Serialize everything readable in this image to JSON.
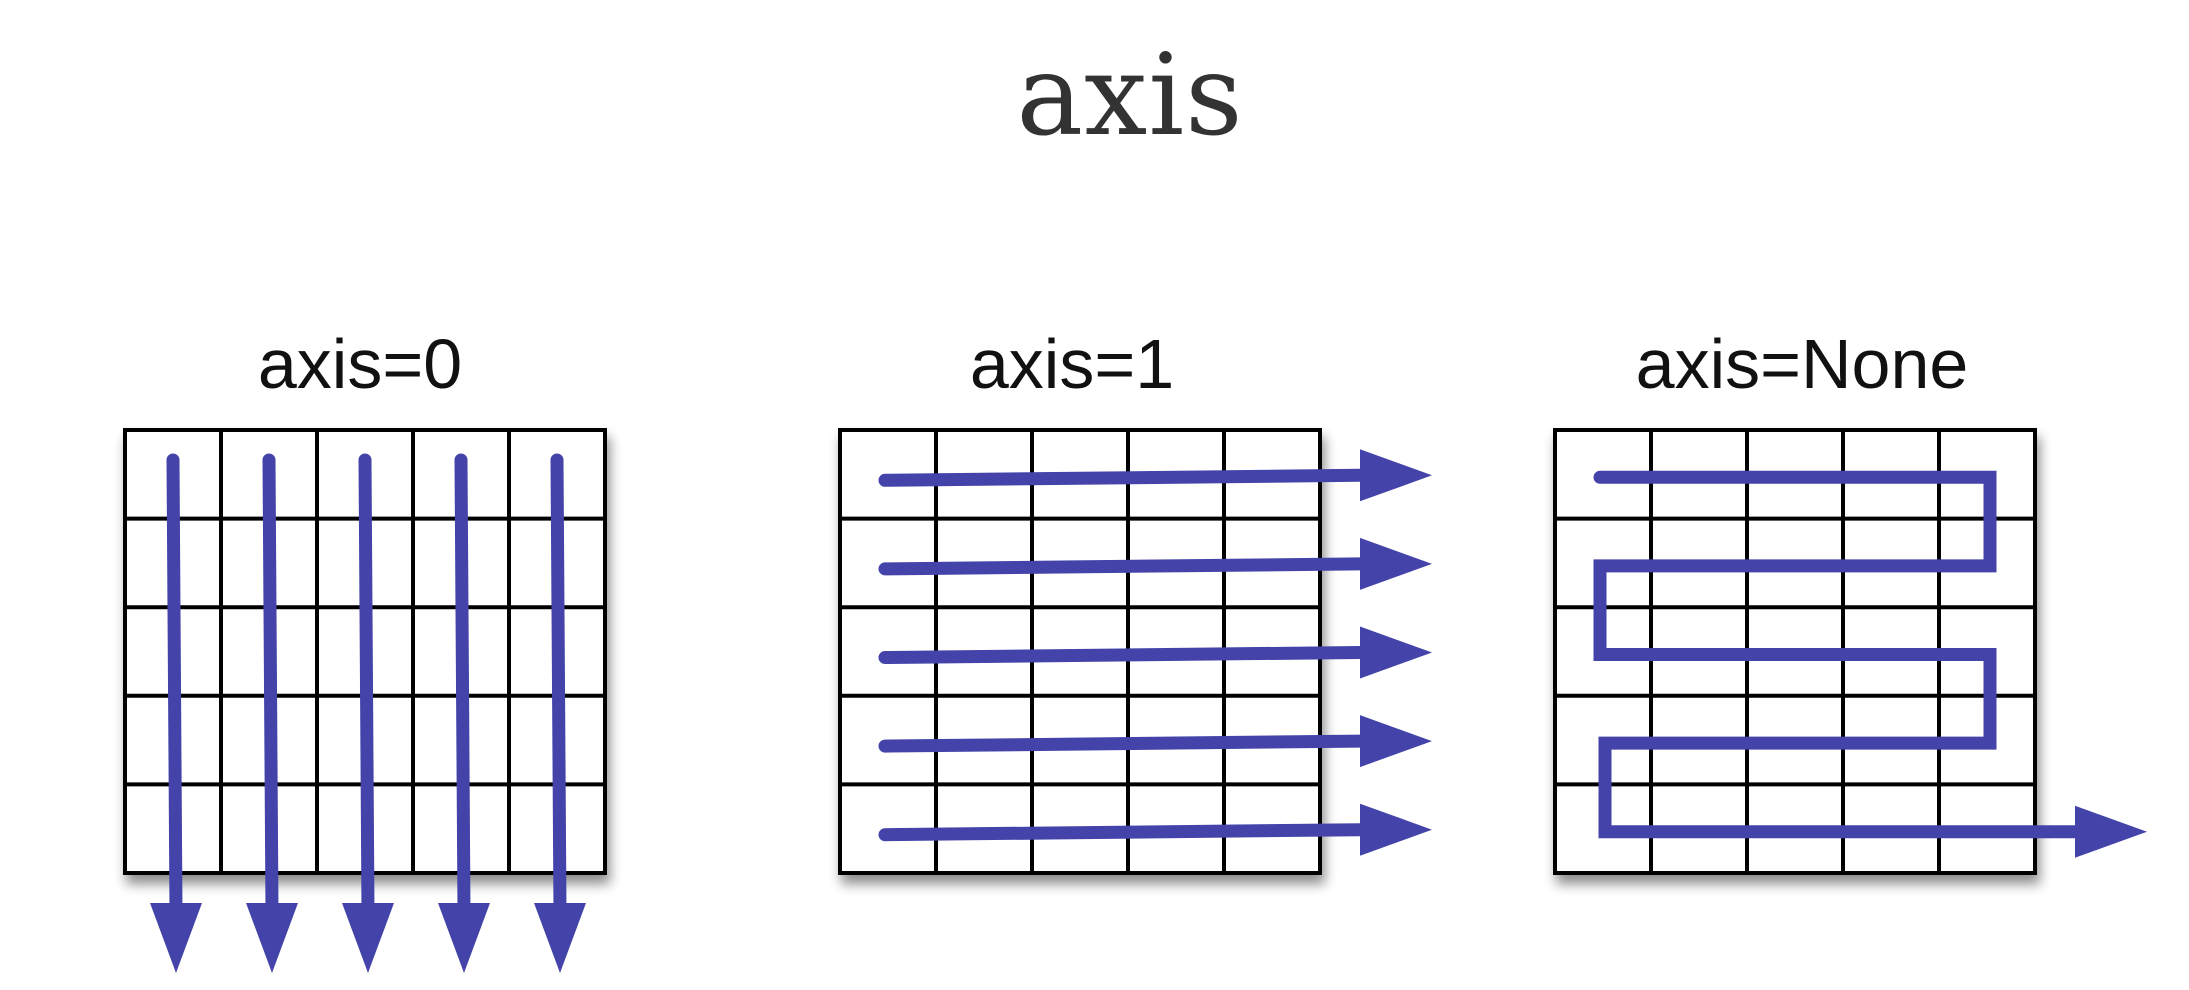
{
  "title": "axis",
  "panels": [
    {
      "label": "axis=0",
      "mode": "columns"
    },
    {
      "label": "axis=1",
      "mode": "rows"
    },
    {
      "label": "axis=None",
      "mode": "snake"
    }
  ],
  "grid": {
    "rows": 5,
    "cols": 5
  },
  "colors": {
    "arrow": "#4343aa",
    "grid_line": "#000000",
    "cell_fill": "#ffffff",
    "title_text": "#333333"
  }
}
